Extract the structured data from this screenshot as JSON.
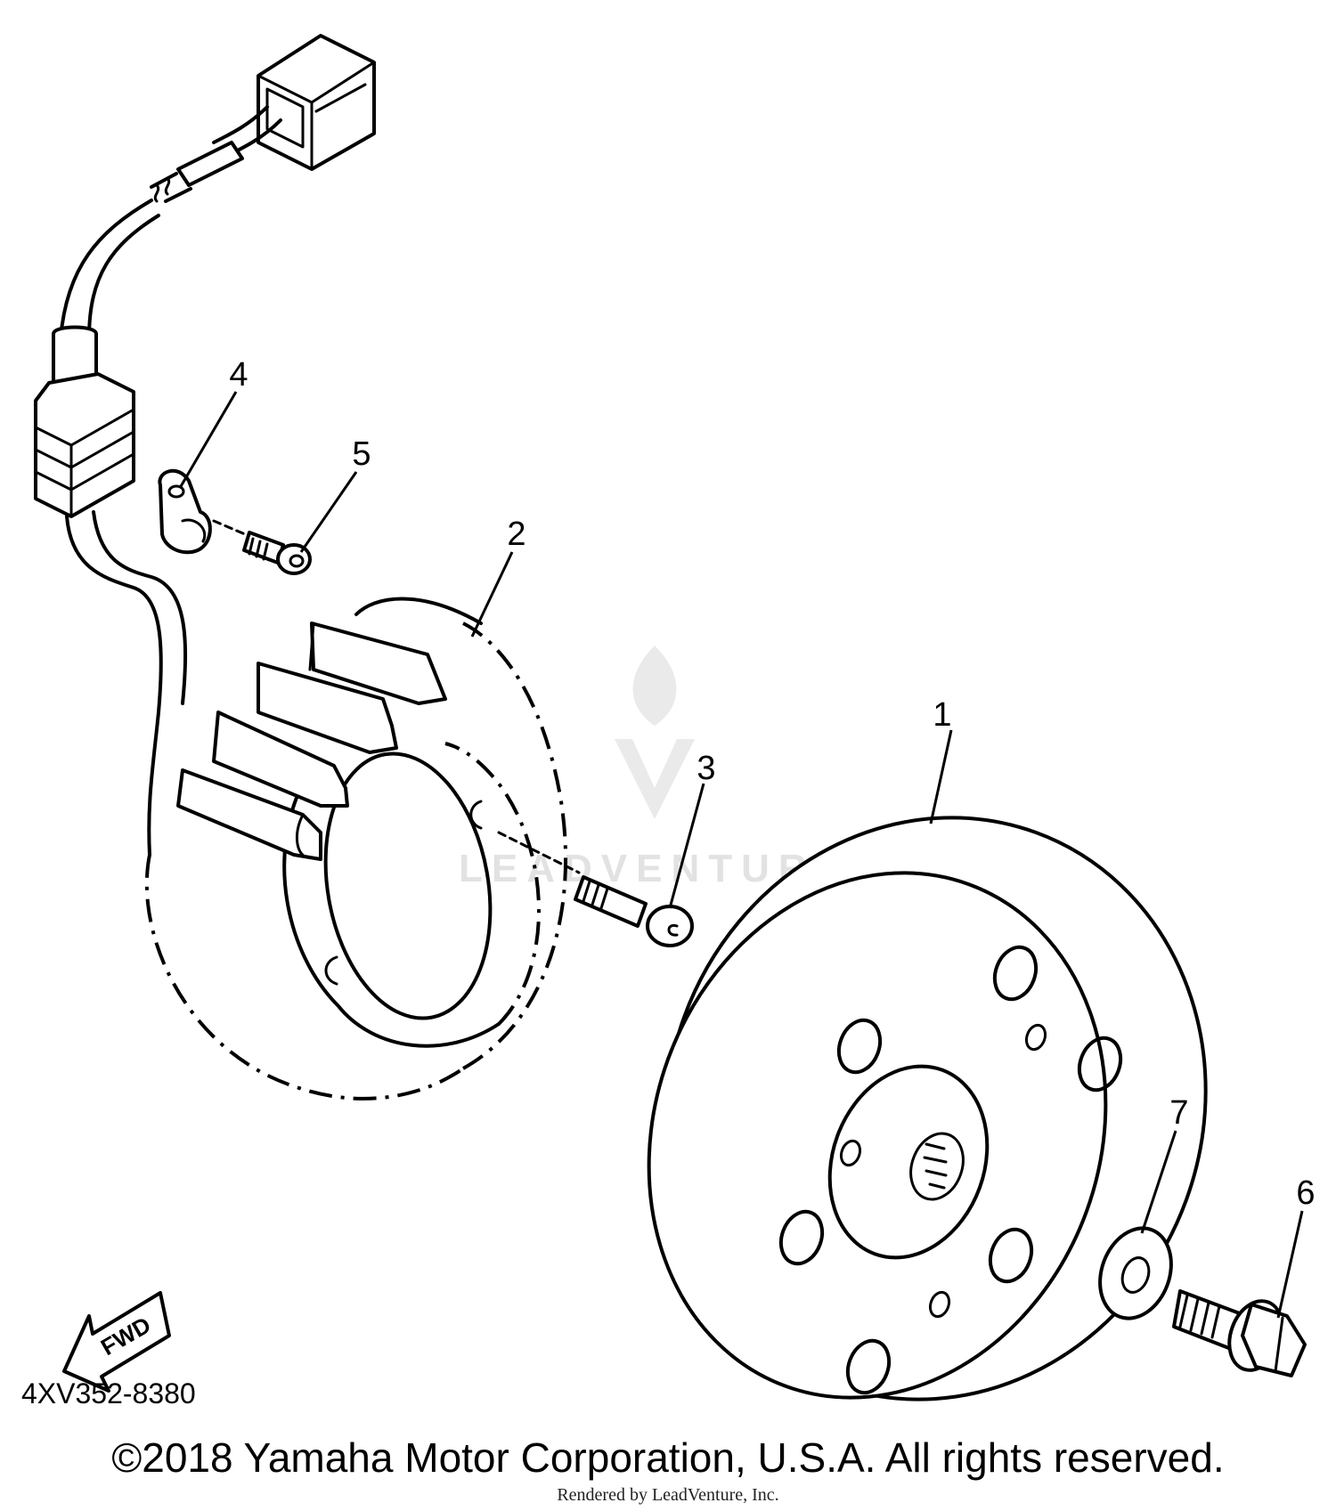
{
  "diagram": {
    "code": "4XV352-8380",
    "fwd_label": "FWD",
    "copyright": "©2018 Yamaha Motor Corporation, U.S.A. All rights reserved.",
    "rendered_by": "Rendered by LeadVenture, Inc.",
    "watermark": "LEADVENTURE",
    "callouts": [
      {
        "id": "1",
        "part": "rotor"
      },
      {
        "id": "2",
        "part": "stator"
      },
      {
        "id": "3",
        "part": "stator-bolt"
      },
      {
        "id": "4",
        "part": "wire-clamp"
      },
      {
        "id": "5",
        "part": "clamp-screw"
      },
      {
        "id": "6",
        "part": "rotor-bolt"
      },
      {
        "id": "7",
        "part": "washer"
      }
    ]
  }
}
